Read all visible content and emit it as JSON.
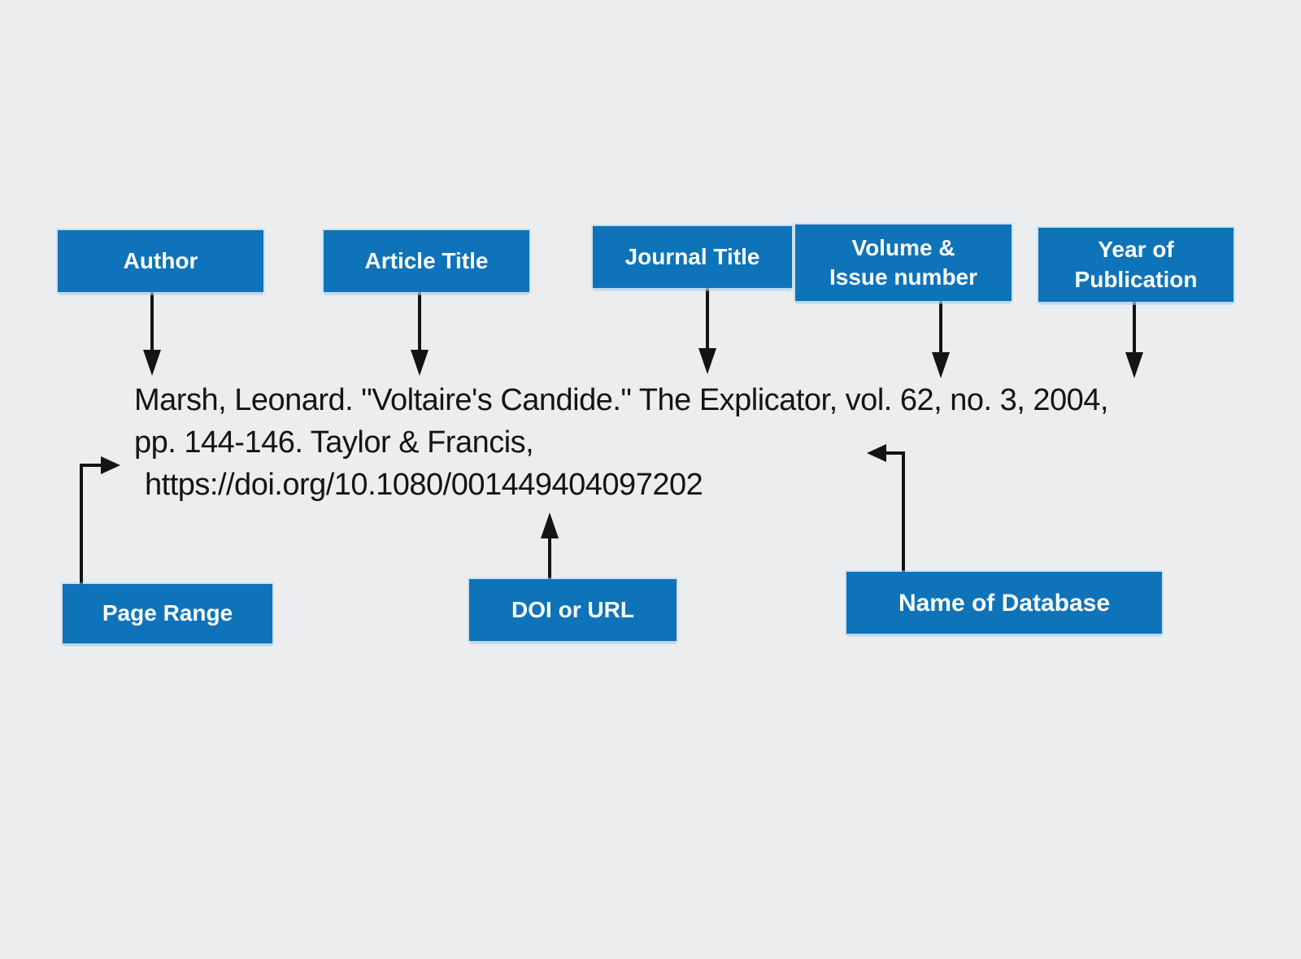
{
  "colors": {
    "background": "#ebedef",
    "accent": "#0e73b9",
    "ink": "#141414",
    "box_text": "#ffffff"
  },
  "boxes": {
    "author": "Author",
    "article_title": "Article Title",
    "journal_title": "Journal Title",
    "volume_issue": "Volume &\nIssue number",
    "year_publication": "Year of\nPublication",
    "page_range": "Page Range",
    "doi_url": "DOI or URL",
    "database": "Name of Database"
  },
  "citation": {
    "line1": "Marsh, Leonard. \"Voltaire's Candide.\" The Explicator, vol. 62, no. 3, 2004,",
    "line2": "pp. 144-146. Taylor & Francis,",
    "line3": "https://doi.org/10.1080/001449404097202"
  }
}
